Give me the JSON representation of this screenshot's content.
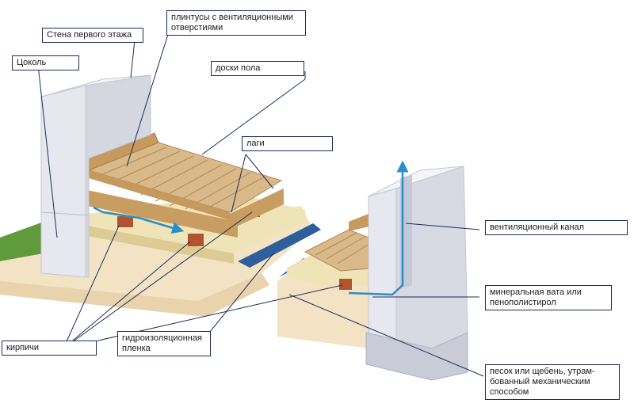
{
  "labels": {
    "wall": "Стена первого этажа",
    "plinth": "Цоколь",
    "skirting_1": "плинтусы с вентиляционными",
    "skirting_2": "отверстиями",
    "floorboards": "доски пола",
    "joists": "лаги",
    "vent_channel": "вентиляционный канал",
    "insulation_1": "минеральная вата или",
    "insulation_2": "пенополистирол",
    "bricks": "кирпичи",
    "waterproof_1": "гидроизоляционная",
    "waterproof_2": "пленка",
    "sand_1": "песок или щебень, утрам-",
    "sand_2": "бованный механическим",
    "sand_3": "способом"
  },
  "colors": {
    "wall": "#e6e7ef",
    "wood": "#d9b889",
    "insulation": "#efe4b8",
    "brick": "#b0532f",
    "film": "#2e5f9c",
    "ground": "#f3e3c4",
    "grass": "#5f9b3a",
    "arrow": "#2b8ec8",
    "leader": "#1d2d5a"
  }
}
